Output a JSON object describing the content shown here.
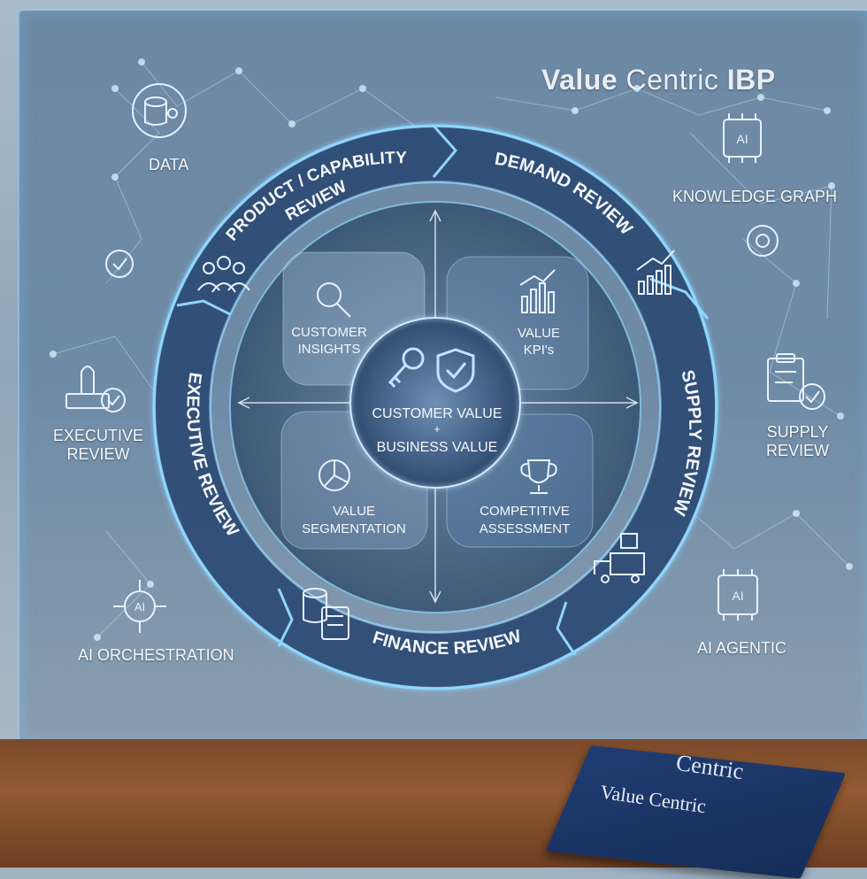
{
  "title": {
    "part1": "Value",
    "part2": "Centric",
    "part3": "IBP"
  },
  "cycle_labels": {
    "product": [
      "PRODUCT / CAPABILITY",
      "REVIEW"
    ],
    "demand": "DEMAND REVIEW",
    "supply": "SUPPLY REVIEW",
    "finance": "FINANCE REVIEW",
    "executive": "EXECUTIVE REVIEW"
  },
  "quadrants": {
    "top_left": [
      "CUSTOMER",
      "INSIGHTS"
    ],
    "top_right": [
      "VALUE",
      "KPI's"
    ],
    "bottom_left": [
      "VALUE",
      "SEGMENTATION"
    ],
    "bottom_right": [
      "COMPETITIVE",
      "ASSESSMENT"
    ]
  },
  "center": [
    "CUSTOMER VALUE",
    "+",
    "BUSINESS VALUE"
  ],
  "side_items": {
    "data": "DATA",
    "knowledge_graph": "KNOWLEDGE GRAPH",
    "executive_review": [
      "EXECUTIVE",
      "REVIEW"
    ],
    "supply_review": [
      "SUPPLY",
      "REVIEW"
    ],
    "ai_orchestration": "AI ORCHESTRATION",
    "ai_agentic": "AI AGENTIC"
  },
  "icon_texts": {
    "ai": "AI"
  },
  "book": {
    "cover_title": "Value Centric",
    "spine_title": "Centric"
  },
  "colors": {
    "ring": "#2b4a73",
    "ring_glow": "#8fd6ff",
    "label": "#f4f7fa",
    "center": "#3f5f85"
  }
}
